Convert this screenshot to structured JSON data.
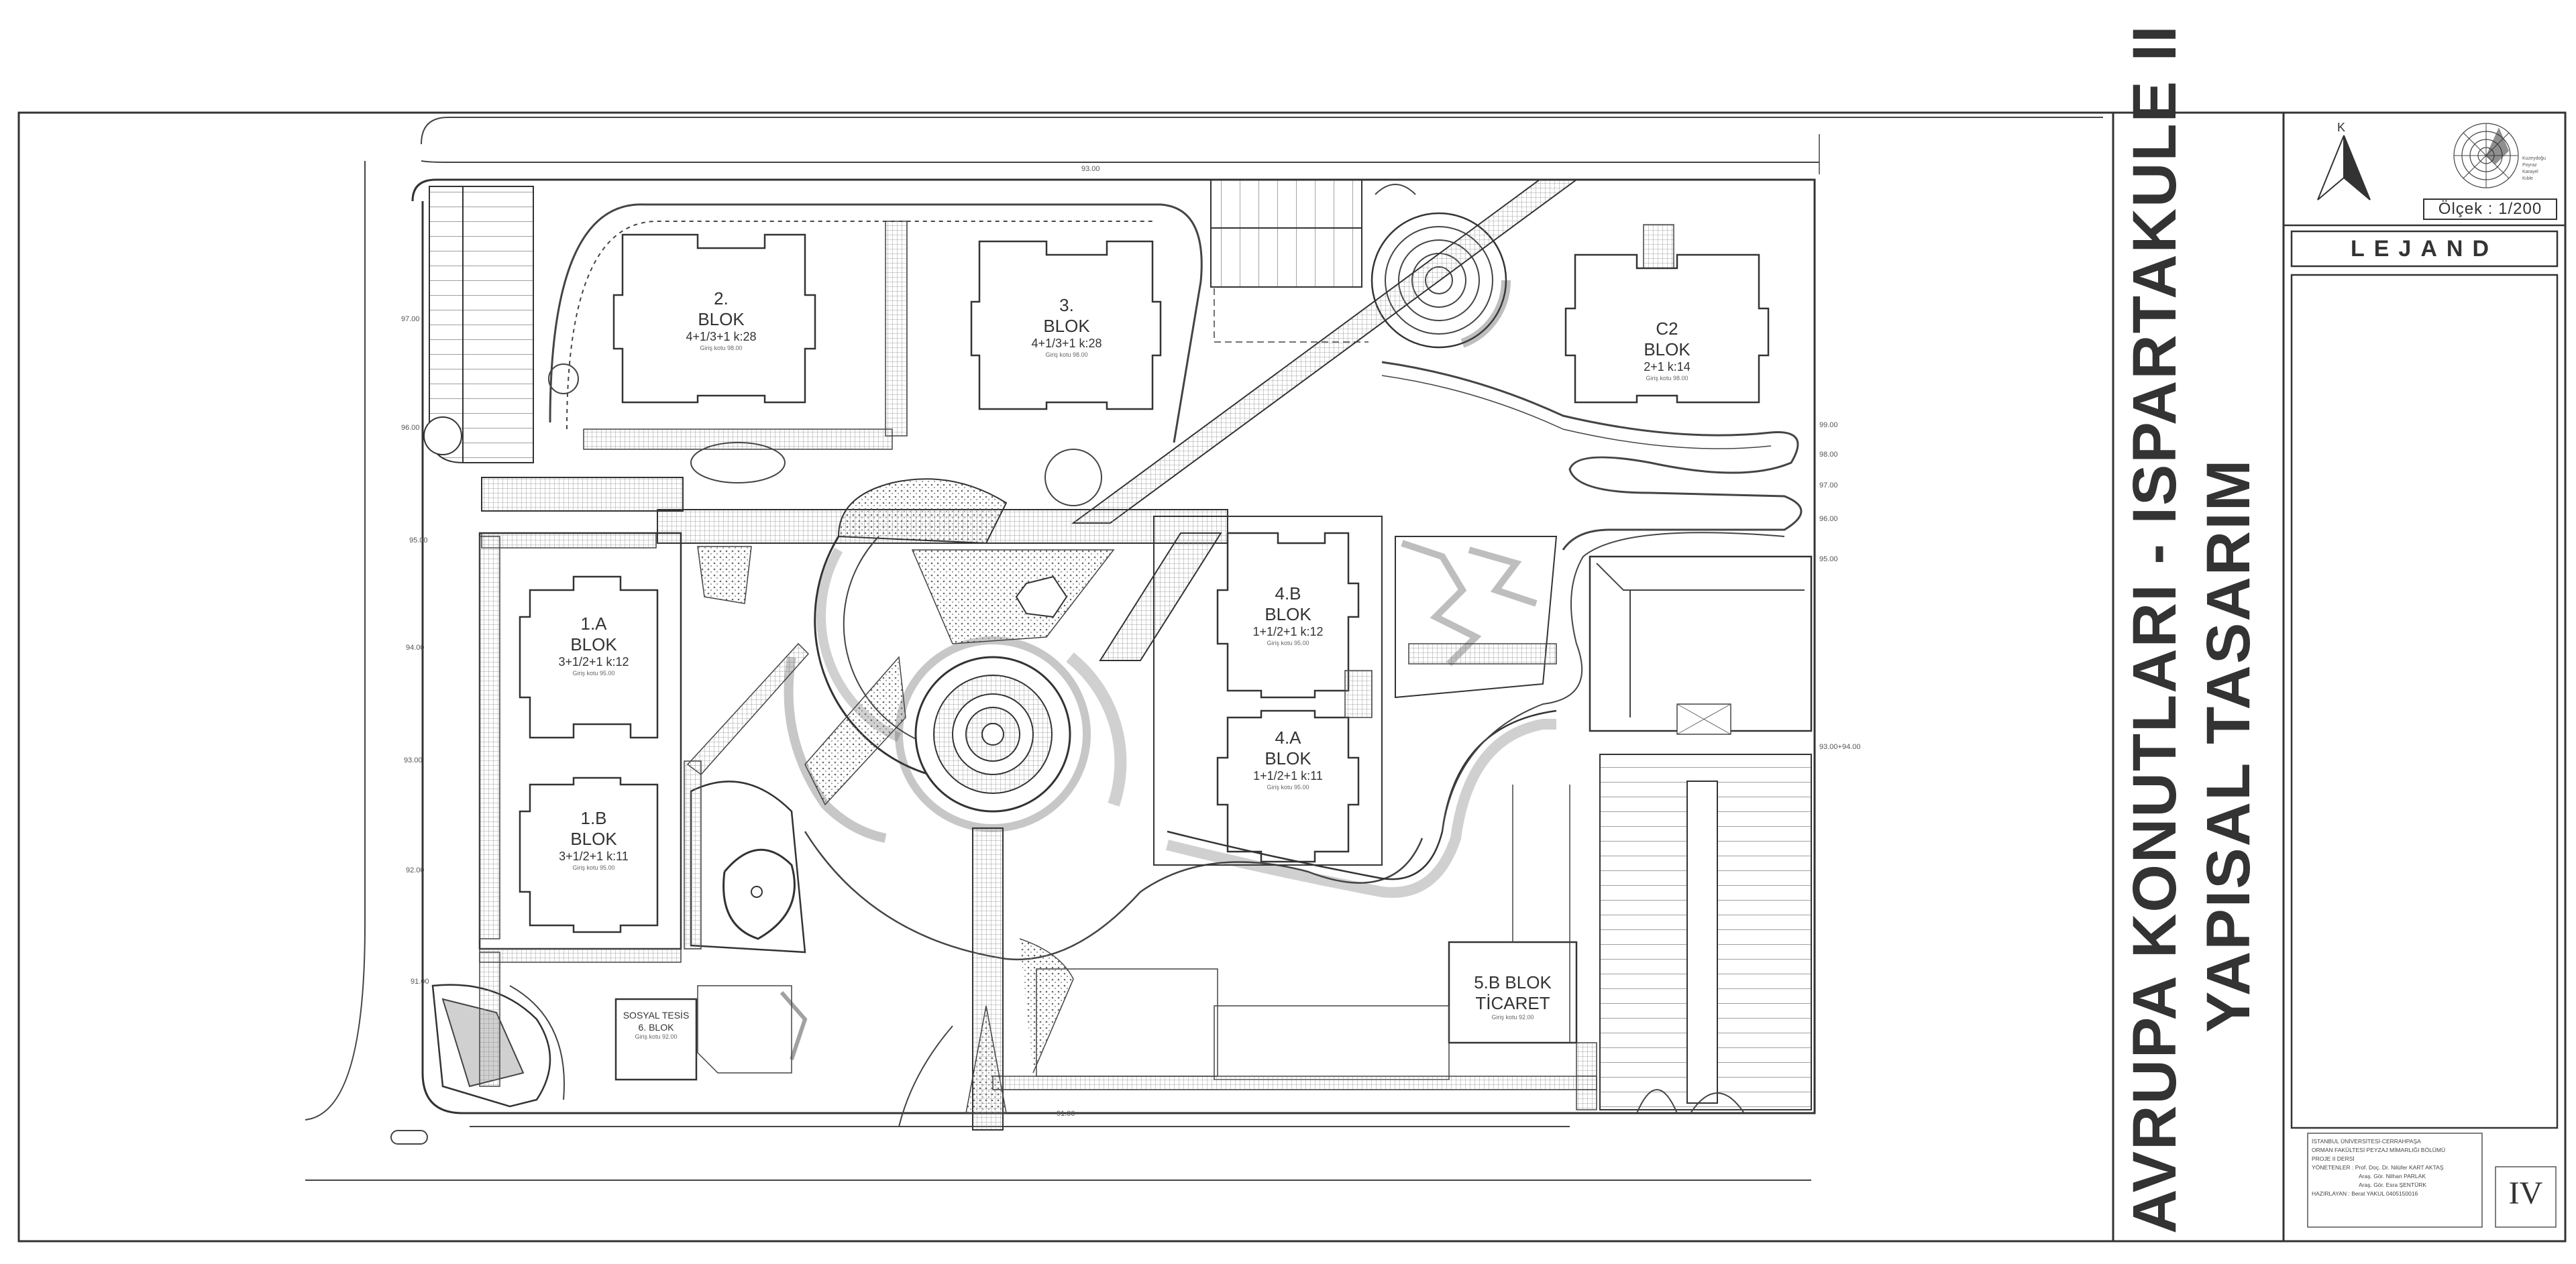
{
  "title": {
    "line1": "AVRUPA KONUTLARI - ISPARTAKULE II",
    "line2": "YAPISAL TASARIM"
  },
  "north_label": "K",
  "scale": "Ölçek : 1/200",
  "legend_title": "LEJAND",
  "sheet_number": "IV",
  "credits": [
    "İSTANBUL ÜNİVERSİTESİ-CERRAHPAŞA",
    "ORMAN FAKÜLTESİ PEYZAJ MİMARLIĞI BÖLÜMÜ",
    "PROJE II DERSİ",
    "YÖNETENLER : Prof. Doç. Dr. Nilüfer KART AKTAŞ",
    "Araş. Gör. Nilhan PARLAK",
    "Araş. Gör. Esra ŞENTÜRK",
    "HAZIRLAYAN : Berat YAKUL 0405150016"
  ],
  "wind_rose_legend": [
    "Kuzeydoğu",
    "Poyraz",
    "Karayel",
    "Kıble"
  ],
  "blocks": [
    {
      "name": "2.",
      "name2": "BLOK",
      "type": "4+1/3+1 k:28",
      "note": "Giriş kotu 98.00"
    },
    {
      "name": "3.",
      "name2": "BLOK",
      "type": "4+1/3+1 k:28",
      "note": "Giriş kotu 98.00"
    },
    {
      "name": "C2",
      "name2": "BLOK",
      "type": "2+1 k:14",
      "note": "Giriş kotu 98.00"
    },
    {
      "name": "1.A",
      "name2": "BLOK",
      "type": "3+1/2+1 k:12",
      "note": "Giriş kotu 95.00"
    },
    {
      "name": "1.B",
      "name2": "BLOK",
      "type": "3+1/2+1 k:11",
      "note": "Giriş kotu 95.00"
    },
    {
      "name": "4.B",
      "name2": "BLOK",
      "type": "1+1/2+1 k:12",
      "note": "Giriş kotu 95.00"
    },
    {
      "name": "4.A",
      "name2": "BLOK",
      "type": "1+1/2+1 k:11",
      "note": "Giriş kotu 95.00"
    },
    {
      "name": "5.B BLOK",
      "name2": "TİCARET",
      "type": "",
      "note": "Giriş kotu 92.00"
    },
    {
      "name": "SOSYAL TESİS",
      "name2": "6. BLOK",
      "type": "",
      "note": "Giriş kotu 92.00"
    }
  ],
  "elevations_left": [
    "97.00",
    "96.00",
    "95.00",
    "94.00",
    "93.00",
    "92.00",
    "91.00"
  ],
  "elevations_right": [
    "99.00",
    "98.00",
    "97.00",
    "96.00",
    "95.00",
    "93.00+94.00"
  ],
  "elevation_top": "93.00",
  "elevation_bottom": "91.00"
}
